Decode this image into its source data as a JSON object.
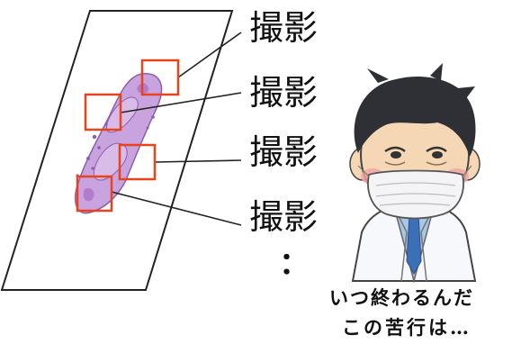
{
  "labels": [
    "撮影",
    "撮影",
    "撮影",
    "撮影"
  ],
  "continuation": "：",
  "speech": {
    "line1": "いつ終わるんだ",
    "line2": "この苦行は…"
  },
  "colors": {
    "frame": "#e8431a",
    "tissue": "#b98ad0",
    "tissue_dark": "#8c5fae",
    "skin": "#f6d7b5",
    "cheek": "#f1a2a0",
    "hair": "#2e3036",
    "mask": "#f4f4f6",
    "coat": "#f7f8fb",
    "shirt": "#a8c6e6",
    "tie": "#3b6fb6"
  }
}
